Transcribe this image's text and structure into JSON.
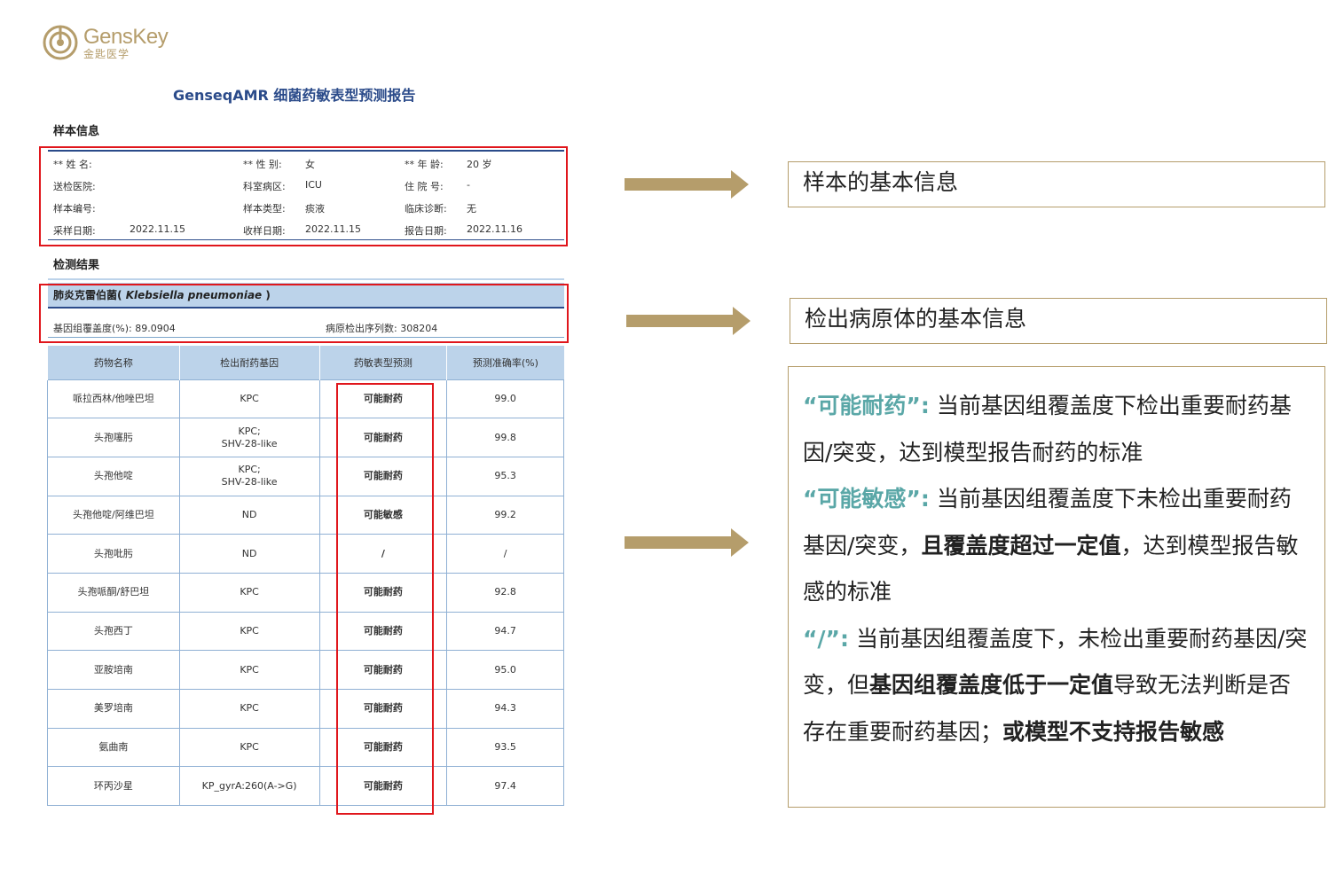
{
  "logo": {
    "en": "GensKey",
    "cn": "金匙医学"
  },
  "report_title": "GenseqAMR 细菌药敏表型预测报告",
  "section_sample": "样本信息",
  "section_results": "检测结果",
  "sample": {
    "name_label": "** 姓 名:",
    "gender_label": "** 性 别:",
    "gender": "女",
    "age_label": "** 年 龄:",
    "age": "20 岁",
    "hospital_label": "送检医院:",
    "dept_label": "科室病区:",
    "dept": "ICU",
    "bed_label": "住 院 号:",
    "bed": "-",
    "sample_id_label": "样本编号:",
    "sample_type_label": "样本类型:",
    "sample_type": "痰液",
    "diagnosis_label": "临床诊断:",
    "diagnosis": "无",
    "collect_label": "采样日期:",
    "collect": "2022.11.15",
    "receive_label": "收样日期:",
    "receive": "2022.11.15",
    "report_label": "报告日期:",
    "report": "2022.11.16"
  },
  "pathogen": {
    "name_cn": "肺炎克雷伯菌(",
    "name_latin": "Klebsiella pneumoniae",
    "name_end": ")",
    "coverage_label": "基因组覆盖度(%): ",
    "coverage": "89.0904",
    "reads_label": "病原检出序列数: ",
    "reads": "308204"
  },
  "table": {
    "headers": [
      "药物名称",
      "检出耐药基因",
      "药敏表型预测",
      "预测准确率(%)"
    ],
    "rows": [
      [
        "哌拉西林/他唑巴坦",
        "KPC",
        "可能耐药",
        "99.0"
      ],
      [
        "头孢噻肟",
        "KPC;\nSHV-28-like",
        "可能耐药",
        "99.8"
      ],
      [
        "头孢他啶",
        "KPC;\nSHV-28-like",
        "可能耐药",
        "95.3"
      ],
      [
        "头孢他啶/阿维巴坦",
        "ND",
        "可能敏感",
        "99.2"
      ],
      [
        "头孢吡肟",
        "ND",
        "/",
        "/"
      ],
      [
        "头孢哌酮/舒巴坦",
        "KPC",
        "可能耐药",
        "92.8"
      ],
      [
        "头孢西丁",
        "KPC",
        "可能耐药",
        "94.7"
      ],
      [
        "亚胺培南",
        "KPC",
        "可能耐药",
        "95.0"
      ],
      [
        "美罗培南",
        "KPC",
        "可能耐药",
        "94.3"
      ],
      [
        "氨曲南",
        "KPC",
        "可能耐药",
        "93.5"
      ],
      [
        "环丙沙星",
        "KP_gyrA:260(A->G)",
        "可能耐药",
        "97.4"
      ]
    ]
  },
  "callouts": {
    "sample_info": "样本的基本信息",
    "pathogen_info": "检出病原体的基本信息",
    "q1": "“可能耐药”:",
    "t1": "当前基因组覆盖度下检出重要耐药基因/突变，达到模型报告耐药的标准",
    "q2": "“可能敏感”:",
    "t2a": "当前基因组覆盖度下未检出重要耐药基因/突变，",
    "t2b": "且覆盖度超过一定值",
    "t2c": "，达到模型报告敏感的标准",
    "q3": "“/”:",
    "t3a": "当前基因组覆盖度下，未检出重要耐药基因/突变，但",
    "t3b": "基因组覆盖度低于一定值",
    "t3c": "导致无法判断是否存在重要耐药基因；",
    "t3d": "或模型不支持报告敏感"
  },
  "colors": {
    "accent": "#b59d6b",
    "title_blue": "#2b4b8a",
    "header_bg": "#bcd3ea",
    "highlight": "#e0161c",
    "teal": "#5aa7a7"
  }
}
